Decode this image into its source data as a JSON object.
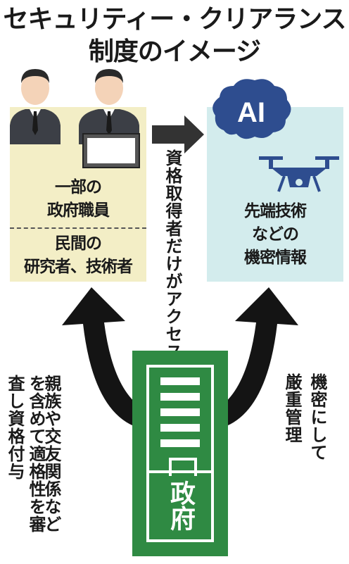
{
  "title": {
    "line1": "セキュリティー・クリアランス",
    "line2": "制度のイメージ"
  },
  "left_box": {
    "group1": [
      "一部の",
      "政府職員"
    ],
    "group2": [
      "民間の",
      "研究者、技術者"
    ]
  },
  "right_box": {
    "lines": [
      "先端技術",
      "などの",
      "機密情報"
    ],
    "ai_label": "AI"
  },
  "middle_note": "資格取得者だけがアクセス可能",
  "left_note": [
    "親族や交友関係など",
    "を含めて適格性を審",
    "査し資格付与"
  ],
  "right_note": [
    "機密にして",
    "厳重管理"
  ],
  "gov_label": "政府",
  "colors": {
    "left_box": "#f3eec6",
    "right_box": "#d3eced",
    "government": "#2f8a43",
    "icon_blue": "#2e4d8f",
    "arrow": "#1a1a1a"
  }
}
